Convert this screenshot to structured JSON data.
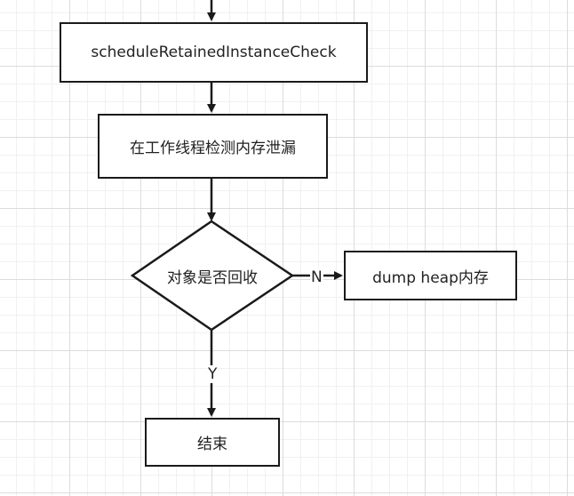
{
  "nodes": {
    "schedule": "scheduleRetainedInstanceCheck",
    "worker": "在工作线程检测内存泄漏",
    "decision": "对象是否回收",
    "dump": "dump heap内存",
    "end": "结束"
  },
  "edges": {
    "no_label": "N",
    "yes_label": "Y"
  },
  "colors": {
    "stroke": "#1a1a1a",
    "grid": "#dcdcdc"
  }
}
